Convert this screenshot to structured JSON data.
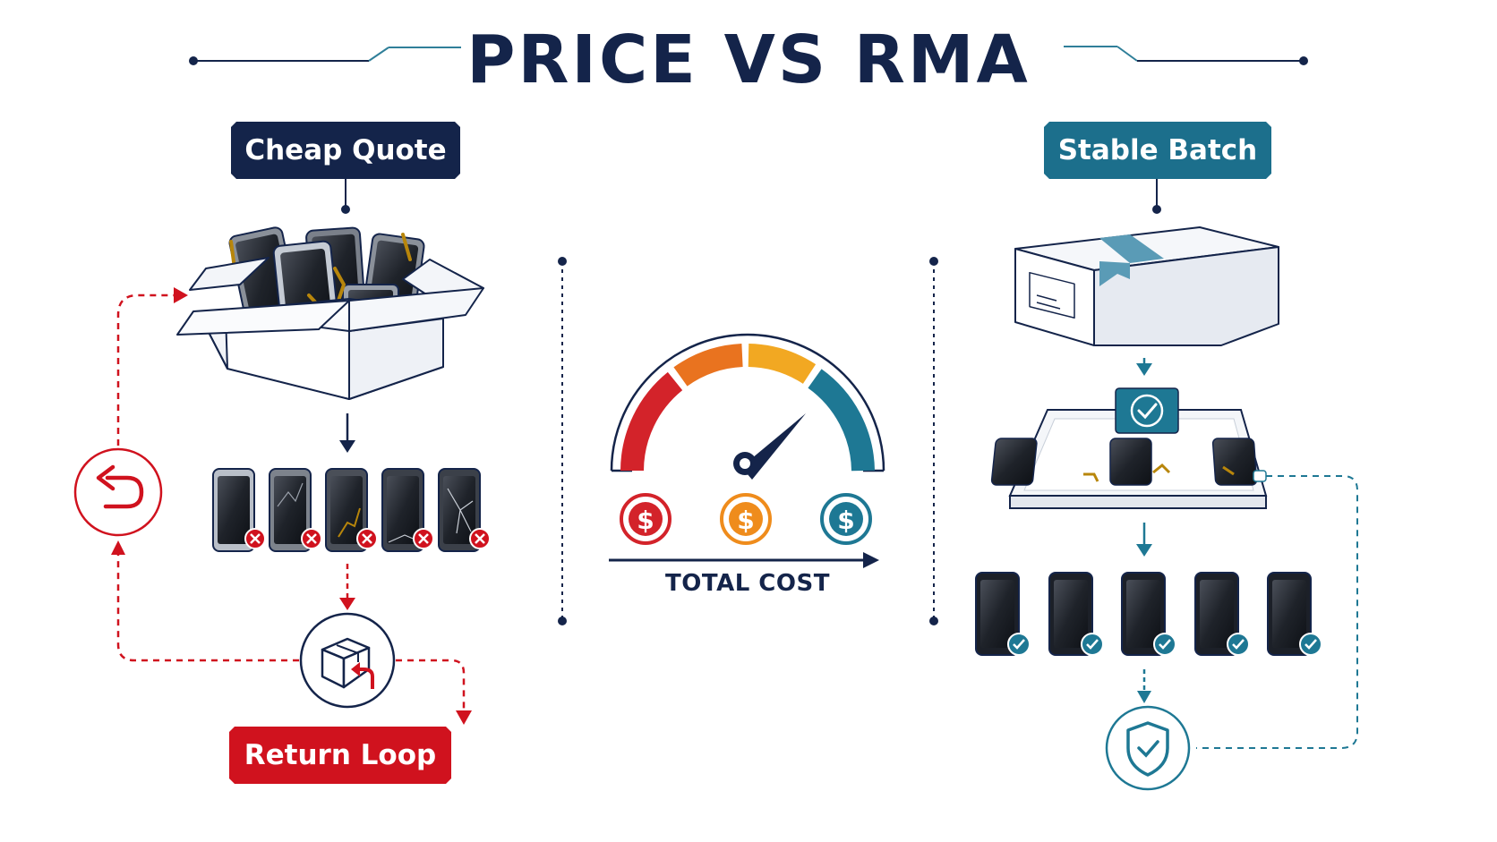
{
  "title": "PRICE VS RMA",
  "left_panel": {
    "label": "Cheap Quote",
    "loop_label": "Return Loop",
    "defect_marker": "×"
  },
  "center_panel": {
    "axis_label": "TOTAL COST",
    "coin_symbol": "$",
    "coins": [
      "red",
      "orange",
      "teal"
    ]
  },
  "right_panel": {
    "label": "Stable Batch"
  },
  "colors": {
    "navy": "#14244a",
    "red": "#d0121e",
    "orange": "#ef8c1c",
    "amber": "#f4ad1e",
    "teal": "#1c6f8c",
    "gauge_red": "#d3232a",
    "gauge_orange": "#e9731f",
    "gauge_amber": "#f2a822",
    "gauge_teal": "#1e7894"
  },
  "icons": [
    "undo-arrow-icon",
    "box-return-icon",
    "checkmark-icon",
    "shield-check-icon",
    "dollar-coin-icon",
    "close-x-icon"
  ]
}
